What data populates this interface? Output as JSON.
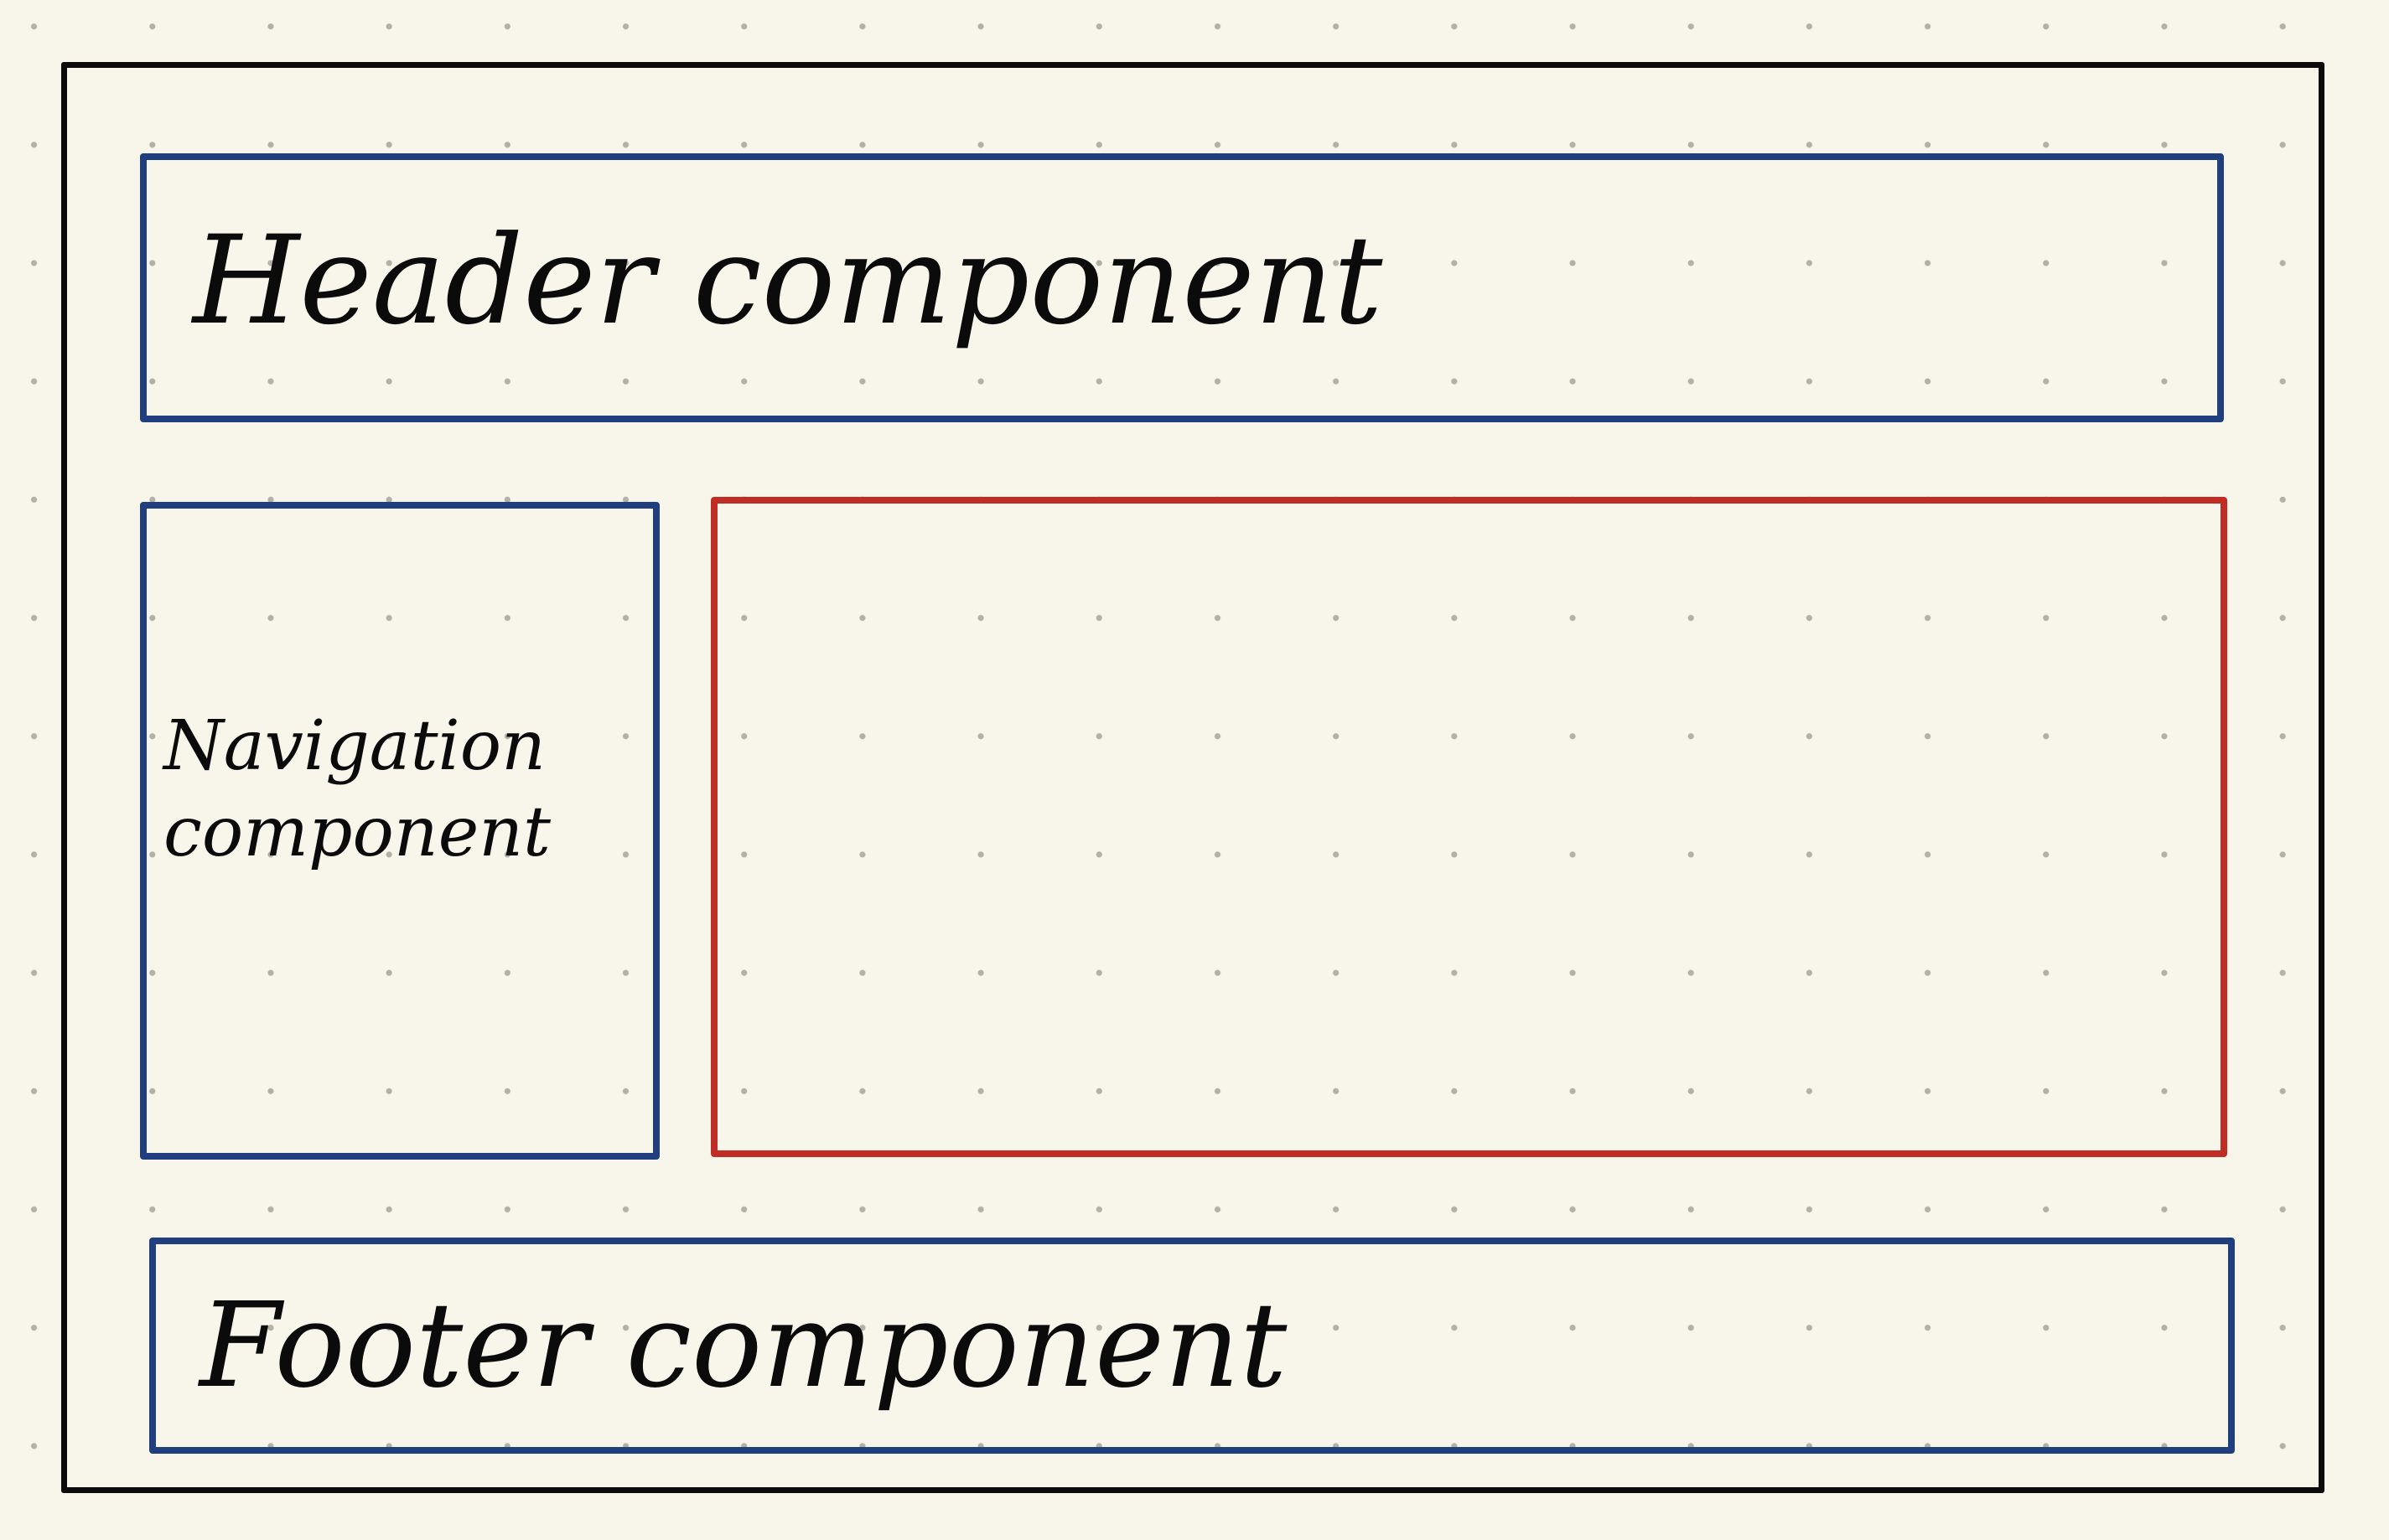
{
  "diagram": {
    "components": {
      "header": {
        "label": "Header component"
      },
      "navigation": {
        "label_line1": "Navigation",
        "label_line2": "component"
      },
      "main": {
        "label": ""
      },
      "footer": {
        "label": "Footer component"
      }
    },
    "colors": {
      "background": "#f8f6ea",
      "grid_dot": "#b3b0a7",
      "outer_frame": "#0b0b0b",
      "component_border": "#213f7e",
      "highlight_border": "#c02d24",
      "text": "#0b0b0b"
    }
  }
}
